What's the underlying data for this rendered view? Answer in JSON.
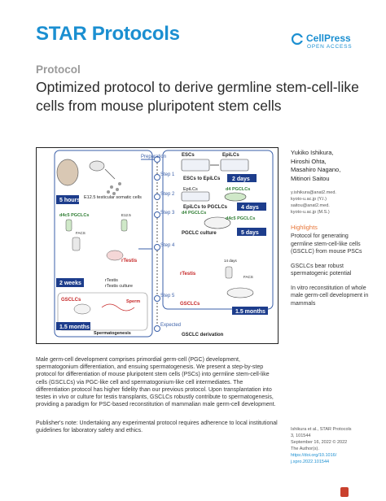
{
  "header": {
    "journal": "STAR Protocols",
    "publisher": "CellPress",
    "access": "OPEN ACCESS",
    "brand_color": "#1b8fd1"
  },
  "article": {
    "section": "Protocol",
    "title": "Optimized protocol to derive germline stem-cell-like cells from mouse pluripotent stem cells"
  },
  "figure": {
    "preparation": "Preparation",
    "step1": "Step 1",
    "step2": "Step 2",
    "step3": "Step 3",
    "step4": "Step 4",
    "step5": "Step 5",
    "expected": "Expected",
    "escs": "ESCs",
    "epilcs": "EpiLCs",
    "escs_to_epilcs": "ESCs to EpiLCs",
    "two_days": "2 days",
    "epilcs_to_pgclcs": "EpiLCs to PGCLCs",
    "four_days": "4 days",
    "d4_pgclcs": "d4 PGCLCs",
    "d4c5_pgclcs": "d4c5 PGCLCs",
    "five_days": "5 days",
    "pgclc_culture": "PGCLC culture",
    "five_hours": "5 hours",
    "e125_somatic": "E12.5 testicular somatic cells",
    "e125_short": "E12.5",
    "facs": "FACS",
    "rtestis": "rTestis",
    "two_weeks": "2 weeks",
    "rtestis_culture": "rTestis culture",
    "fourteen_days": "14 days",
    "gsclcs": "GSCLCs",
    "sperm": "Sperm",
    "one_five_months": "1.5 months",
    "spermatogenesis": "Spermatogenesis",
    "gsclc_derivation": "GSCLC derivation"
  },
  "sidebar": {
    "authors": [
      "Yukiko Ishikura,",
      "Hiroshi Ohta,",
      "Masahiro Nagano,",
      "Mitinori Saitou"
    ],
    "emails": [
      "y.ishikura@anat2.med.",
      "kyoto-u.ac.jp (Y.I.)",
      "saitou@anat2.med.",
      "kyoto-u.ac.jp (M.S.)"
    ],
    "highlights_title": "Highlights",
    "highlights": [
      "Protocol for generating germline stem-cell-like cells (GSCLC) from mouse PSCs",
      "GSCLCs bear robust spermatogenic potential",
      "In vitro reconstitution of whole male germ-cell development in mammals"
    ],
    "highlight_color": "#e8773a"
  },
  "abstract": "Male germ-cell development comprises primordial germ-cell (PGC) development, spermatogonium differentiation, and ensuing spermatogenesis. We present a step-by-step protocol for differentiation of mouse pluripotent stem cells (PSCs) into germline stem-cell-like cells (GSCLCs) via PGC-like cell and spermatogonium-like cell intermediates. The differentiation protocol has higher fidelity than our previous protocol. Upon transplantation into testes in vivo or culture for testis transplants, GSCLCs robustly contribute to spermatogenesis, providing a paradigm for PSC-based reconstitution of mammalian male germ-cell development.",
  "note": "Publisher's note: Undertaking any experimental protocol requires adherence to local institutional guidelines for laboratory safety and ethics.",
  "citation": {
    "line1": "Ishikura et al., STAR Protocols",
    "line2": "3, 101544",
    "line3": "September 16, 2022 © 2022",
    "line4": "The Author(s).",
    "link1": "https://doi.org/10.1016/",
    "link2": "j.xpro.2022.101544"
  }
}
